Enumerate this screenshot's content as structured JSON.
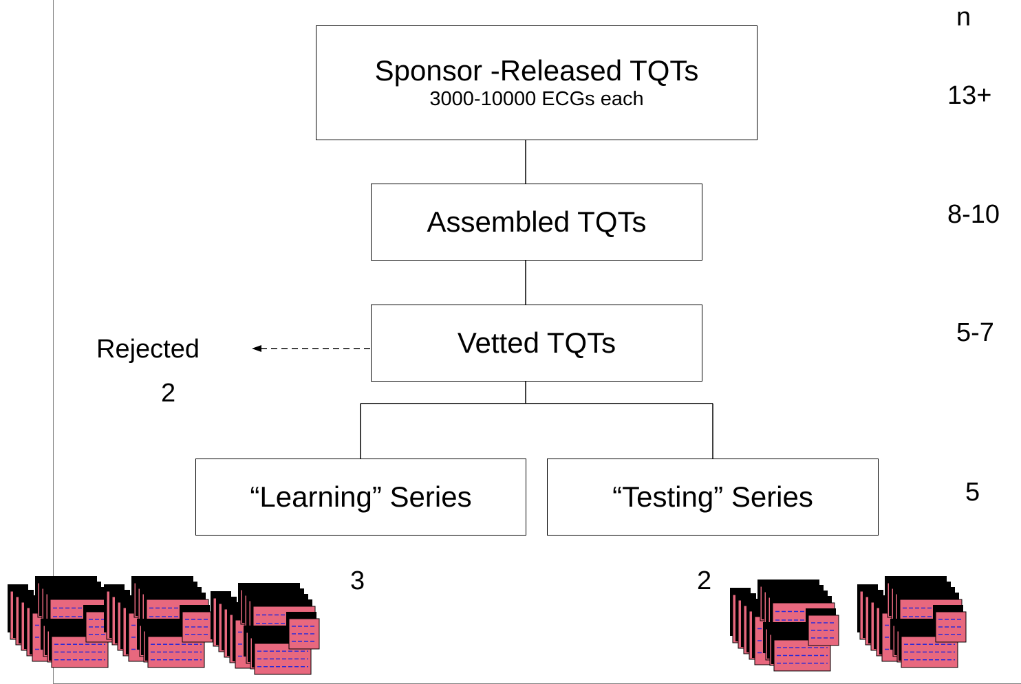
{
  "column_header": "n",
  "boxes": {
    "sponsor": {
      "title": "Sponsor -Released TQTs",
      "subtitle": "3000-10000 ECGs each"
    },
    "assembled": {
      "title": "Assembled TQTs"
    },
    "vetted": {
      "title": "Vetted TQTs"
    },
    "learning": {
      "title": "“Learning” Series"
    },
    "testing": {
      "title": "“Testing” Series"
    }
  },
  "counts": {
    "sponsor": "13+",
    "assembled": "8-10",
    "vetted": "5-7",
    "series": "5",
    "learning": "3",
    "testing": "2"
  },
  "rejected": {
    "label": "Rejected",
    "count": "2"
  },
  "colors": {
    "file_icon_fill": "#e8687e",
    "file_icon_shadow": "#000000",
    "file_icon_lines": "#2a2ad8"
  },
  "icons": {
    "ecg_file_stack": "ecg-file-stack-icon"
  }
}
